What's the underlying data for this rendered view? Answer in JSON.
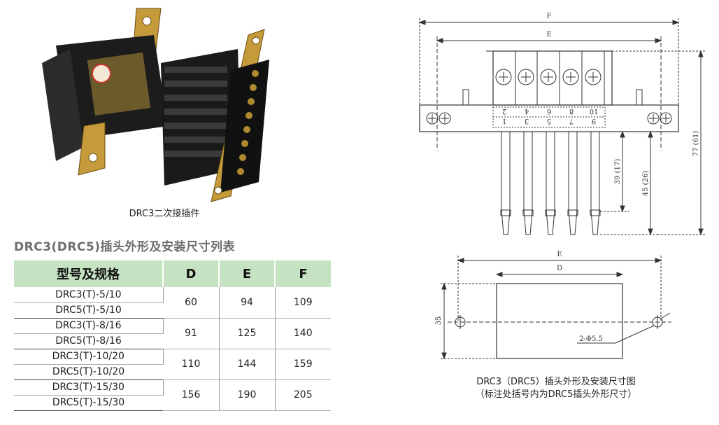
{
  "photo": {
    "caption": "DRC3二次接插件"
  },
  "section": {
    "title": "DRC3(DRC5)插头外形及安装尺寸列表"
  },
  "table": {
    "headers": [
      "型号及规格",
      "D",
      "E",
      "F"
    ],
    "groups": [
      {
        "models": [
          "DRC3(T)-5/10",
          "DRC5(T)-5/10"
        ],
        "d": "60",
        "e": "94",
        "f": "109"
      },
      {
        "models": [
          "DRC3(T)-8/16",
          "DRC5(T)-8/16"
        ],
        "d": "91",
        "e": "125",
        "f": "140"
      },
      {
        "models": [
          "DRC3(T)-10/20",
          "DRC5(T)-10/20"
        ],
        "d": "110",
        "e": "144",
        "f": "159"
      },
      {
        "models": [
          "DRC3(T)-15/30",
          "DRC5(T)-15/30"
        ],
        "d": "156",
        "e": "190",
        "f": "205"
      }
    ]
  },
  "front_view": {
    "dim_f": "F",
    "dim_e": "E",
    "top_numbers": [
      "2",
      "4",
      "6",
      "8",
      "10"
    ],
    "bottom_numbers": [
      "1",
      "3",
      "5",
      "7",
      "9"
    ],
    "dim_39": "39 (17)",
    "dim_45": "45 (26)",
    "dim_77": "77 (61)"
  },
  "plan_view": {
    "dim_e": "E",
    "dim_d": "D",
    "dim_35": "35",
    "hole_label": "2-Φ5.5"
  },
  "diagram_caption": {
    "line1": "DRC3（DRC5）插头外形及安装尺寸图",
    "line2": "（标注处括号内为DRC5插头外形尺寸）"
  }
}
